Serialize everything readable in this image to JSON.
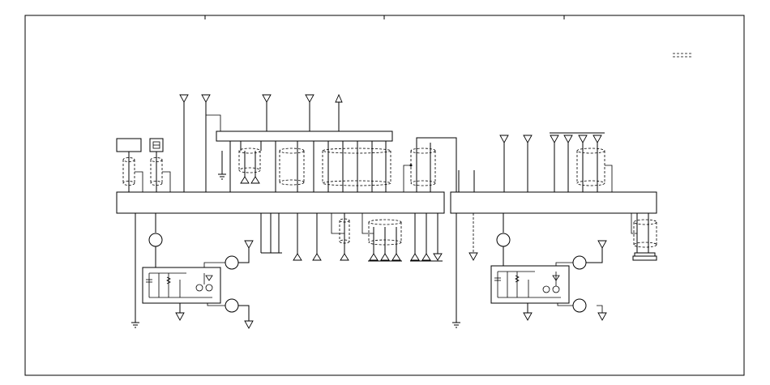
{
  "diagram": {
    "type": "wiring-schematic",
    "colors": {
      "line": "#000000",
      "background": "#ffffff"
    },
    "legend_glyph": "dashed-bars-legend",
    "modules": [
      "module-left",
      "module-right"
    ]
  }
}
